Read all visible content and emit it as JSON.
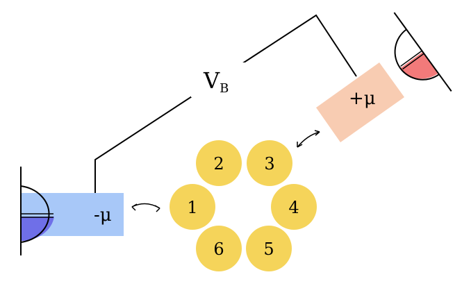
{
  "labels": {
    "bias": "V",
    "bias_sub": "B",
    "left_lead": "-μ",
    "right_lead": "+μ"
  },
  "sites": [
    {
      "label": "1"
    },
    {
      "label": "2"
    },
    {
      "label": "3"
    },
    {
      "label": "4"
    },
    {
      "label": "5"
    },
    {
      "label": "6"
    }
  ],
  "colors": {
    "site_fill": "#f5d45a",
    "left_lead": "#a8c8f8",
    "right_lead": "#f8ccb2",
    "left_reservoir_fill": "#6f6fe8",
    "right_reservoir_fill": "#f27a7a",
    "line": "#000000"
  }
}
